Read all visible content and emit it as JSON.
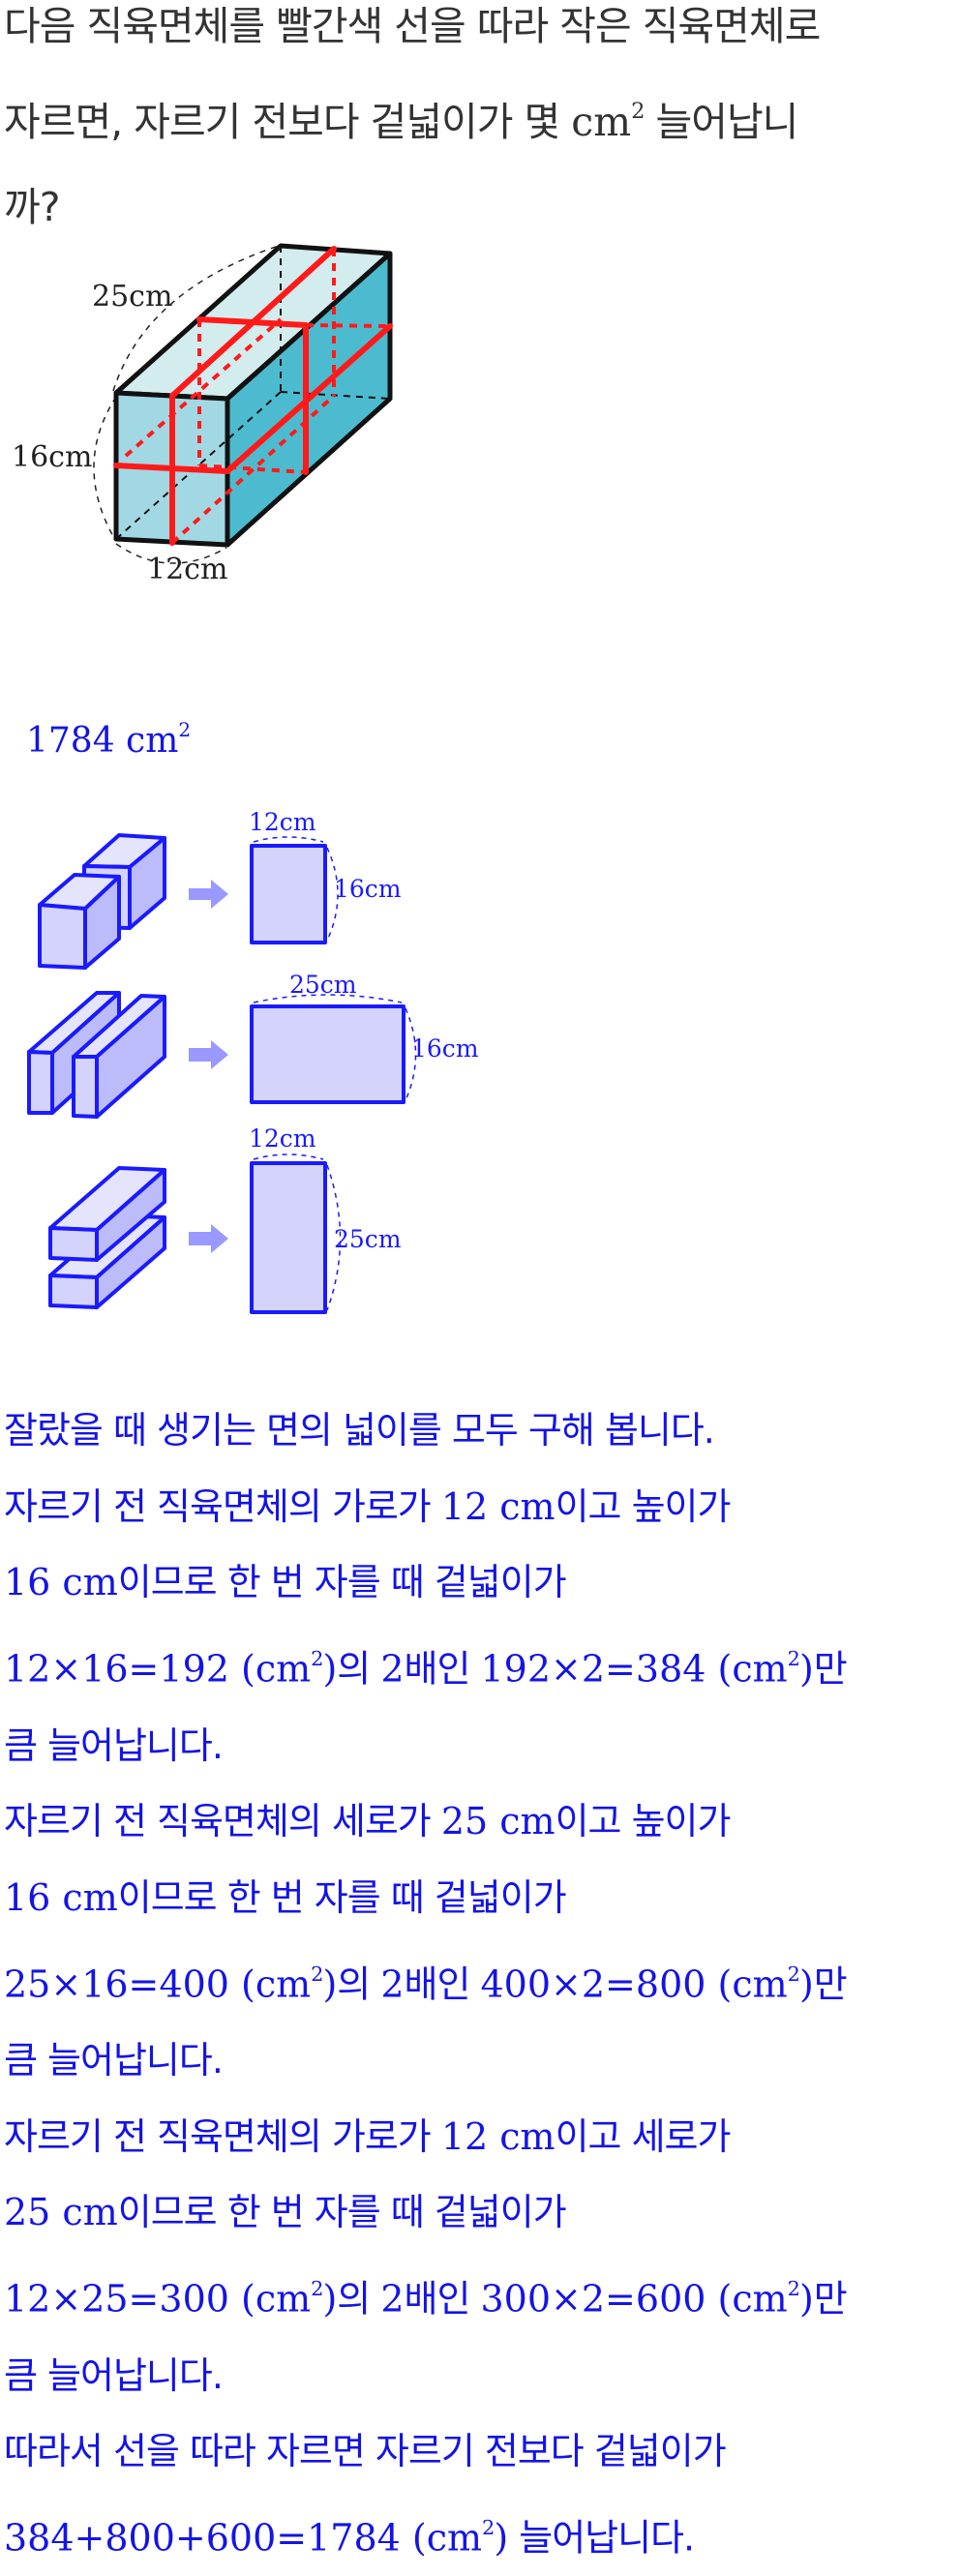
{
  "question": {
    "lines": [
      [
        {
          "t": "다음 직육면체를 빨간색 선을 따라 작은 직육면체로",
          "s": "ko"
        }
      ],
      [
        {
          "t": "자르면, 자르기 전보다 겉넓이가 몇 ",
          "s": "ko"
        },
        {
          "t": "cm",
          "s": "m"
        },
        {
          "t": "2",
          "s": "sup"
        },
        {
          "t": " 늘어납니",
          "s": "ko"
        }
      ],
      [
        {
          "t": "까?",
          "s": "ko"
        }
      ]
    ]
  },
  "figure": {
    "labels": {
      "length": "25cm",
      "height": "16cm",
      "width": "12cm"
    },
    "colors": {
      "top": "#d3ecee",
      "front": "#a2d8e4",
      "side": "#4dbbcf",
      "cut": "#ff1a1a"
    }
  },
  "answer": {
    "value": "1784 cm",
    "exp": "2"
  },
  "explain_figure": {
    "rows": [
      {
        "top_label": "12cm",
        "side_label": "16cm"
      },
      {
        "top_label": "25cm",
        "side_label": "16cm"
      },
      {
        "top_label": "12cm",
        "side_label": "25cm"
      }
    ],
    "colors": {
      "stroke": "#1a1aff",
      "fill": "#d3d3fc",
      "side": "#bcbcfb",
      "top": "#e4e4fd",
      "arrow": "#9999ff"
    }
  },
  "solution": {
    "lines": [
      [
        {
          "t": "잘랐을 때 생기는 면의 넓이를 모두 구해 봅니다.",
          "s": "ko"
        }
      ],
      [
        {
          "t": "자르기 전 직육면체의 가로가 ",
          "s": "ko"
        },
        {
          "t": "12 cm",
          "s": "m"
        },
        {
          "t": "이고 높이가",
          "s": "ko"
        }
      ],
      [
        {
          "t": "16 cm",
          "s": "m"
        },
        {
          "t": "이므로 한 번 자를 때 겉넓이가",
          "s": "ko"
        }
      ],
      [
        {
          "t": "12×16=192 (cm",
          "s": "m"
        },
        {
          "t": "2",
          "s": "sup"
        },
        {
          "t": ")",
          "s": "m"
        },
        {
          "t": "의 ",
          "s": "ko"
        },
        {
          "t": "2",
          "s": "m"
        },
        {
          "t": "배인 ",
          "s": "ko"
        },
        {
          "t": "192×2=384 (cm",
          "s": "m"
        },
        {
          "t": "2",
          "s": "sup"
        },
        {
          "t": ")",
          "s": "m"
        },
        {
          "t": "만",
          "s": "ko"
        }
      ],
      [
        {
          "t": "큼 늘어납니다.",
          "s": "ko"
        }
      ],
      [
        {
          "t": "자르기 전 직육면체의 세로가 ",
          "s": "ko"
        },
        {
          "t": "25 cm",
          "s": "m"
        },
        {
          "t": "이고 높이가",
          "s": "ko"
        }
      ],
      [
        {
          "t": "16 cm",
          "s": "m"
        },
        {
          "t": "이므로 한 번 자를 때 겉넓이가",
          "s": "ko"
        }
      ],
      [
        {
          "t": "25×16=400 (cm",
          "s": "m"
        },
        {
          "t": "2",
          "s": "sup"
        },
        {
          "t": ")",
          "s": "m"
        },
        {
          "t": "의 ",
          "s": "ko"
        },
        {
          "t": "2",
          "s": "m"
        },
        {
          "t": "배인 ",
          "s": "ko"
        },
        {
          "t": "400×2=800 (cm",
          "s": "m"
        },
        {
          "t": "2",
          "s": "sup"
        },
        {
          "t": ")",
          "s": "m"
        },
        {
          "t": "만",
          "s": "ko"
        }
      ],
      [
        {
          "t": "큼 늘어납니다.",
          "s": "ko"
        }
      ],
      [
        {
          "t": "자르기 전 직육면체의 가로가 ",
          "s": "ko"
        },
        {
          "t": "12 cm",
          "s": "m"
        },
        {
          "t": "이고 세로가",
          "s": "ko"
        }
      ],
      [
        {
          "t": "25 cm",
          "s": "m"
        },
        {
          "t": "이므로 한 번 자를 때 겉넓이가",
          "s": "ko"
        }
      ],
      [
        {
          "t": "12×25=300 (cm",
          "s": "m"
        },
        {
          "t": "2",
          "s": "sup"
        },
        {
          "t": ")",
          "s": "m"
        },
        {
          "t": "의 ",
          "s": "ko"
        },
        {
          "t": "2",
          "s": "m"
        },
        {
          "t": "배인 ",
          "s": "ko"
        },
        {
          "t": "300×2=600 (cm",
          "s": "m"
        },
        {
          "t": "2",
          "s": "sup"
        },
        {
          "t": ")",
          "s": "m"
        },
        {
          "t": "만",
          "s": "ko"
        }
      ],
      [
        {
          "t": "큼 늘어납니다.",
          "s": "ko"
        }
      ],
      [
        {
          "t": "따라서 선을 따라 자르면 자르기 전보다 겉넓이가",
          "s": "ko"
        }
      ],
      [
        {
          "t": "384+800+600=1784 (cm",
          "s": "m"
        },
        {
          "t": "2",
          "s": "sup"
        },
        {
          "t": ")",
          "s": "m"
        },
        {
          "t": " 늘어납니다.",
          "s": "ko"
        }
      ]
    ]
  }
}
